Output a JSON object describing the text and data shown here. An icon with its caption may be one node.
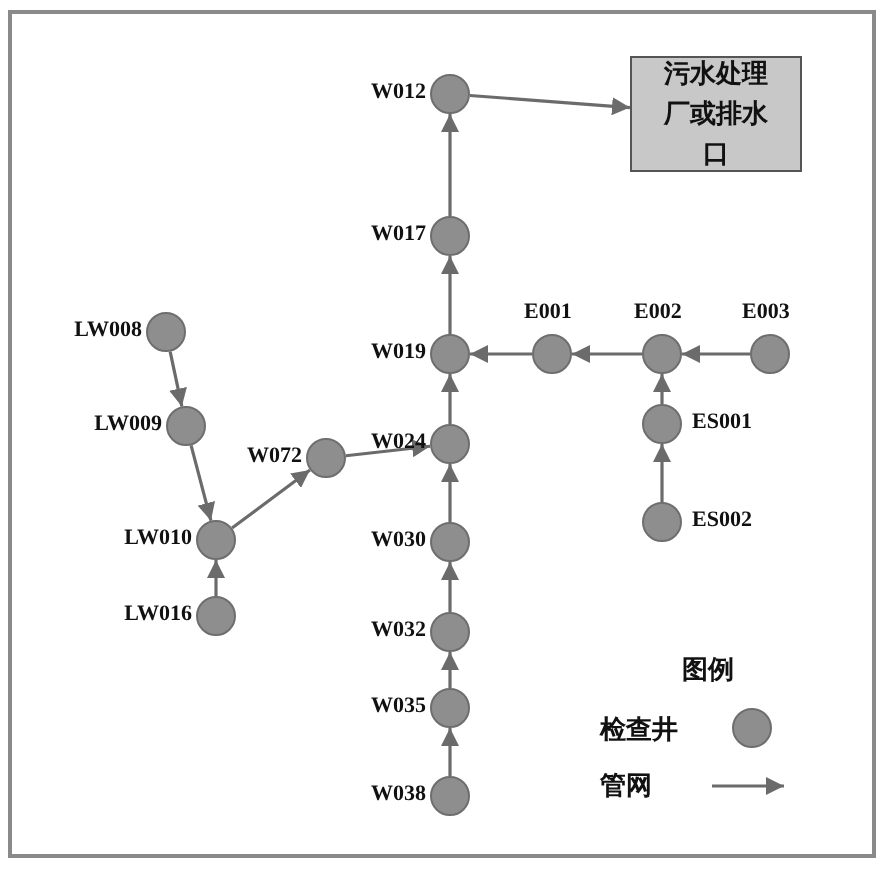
{
  "diagram": {
    "nodes": [
      {
        "text": [],
        "shape": "circle",
        "beside": [
          "W012"
        ]
      },
      {
        "text": [
          "污水处理厂或排水口"
        ]
      },
      {
        "text": [],
        "shape": "circle",
        "beside": [
          "W017"
        ]
      },
      {
        "text": [],
        "shape": "circle",
        "beside": [
          "LW008"
        ]
      },
      {
        "text": [],
        "shape": "circle",
        "beside": [
          "E001"
        ]
      },
      {
        "text": [],
        "shape": "circle",
        "beside": [
          "E002"
        ]
      },
      {
        "text": [],
        "shape": "circle",
        "beside": [
          "E003"
        ]
      },
      {
        "text": [],
        "shape": "circle",
        "beside": [
          "W019"
        ]
      },
      {
        "text": [],
        "shape": "circle",
        "beside": [
          "LW009"
        ]
      },
      {
        "text": [],
        "shape": "circle",
        "beside": [
          "W072"
        ]
      },
      {
        "text": [],
        "shape": "circle",
        "beside": [
          "W024"
        ]
      },
      {
        "text": [],
        "shape": "circle",
        "beside": [
          "ES001"
        ]
      },
      {
        "text": [],
        "shape": "circle",
        "beside": [
          "LW010"
        ]
      },
      {
        "text": [],
        "shape": "circle",
        "beside": [
          "ES002"
        ]
      },
      {
        "text": [],
        "shape": "circle",
        "beside": [
          "W030"
        ]
      },
      {
        "text": [],
        "shape": "circle",
        "beside": [
          "LW016"
        ]
      },
      {
        "text": [],
        "shape": "circle",
        "beside": [
          "W032"
        ]
      },
      {
        "text": [],
        "shape": "circle",
        "beside": [
          "W035"
        ]
      },
      {
        "text": [],
        "shape": "circle",
        "beside": [
          "W038"
        ]
      }
    ],
    "edges": [
      {
        "from": 0,
        "to": 1,
        "arrow": "to"
      },
      {
        "from": 2,
        "to": 0,
        "arrow": "to"
      },
      {
        "from": 7,
        "to": 2,
        "arrow": "to"
      },
      {
        "from": 10,
        "to": 7,
        "arrow": "to"
      },
      {
        "from": 14,
        "to": 10,
        "arrow": "to"
      },
      {
        "from": 16,
        "to": 14,
        "arrow": "to"
      },
      {
        "from": 17,
        "to": 16,
        "arrow": "to"
      },
      {
        "from": 18,
        "to": 17,
        "arrow": "to"
      },
      {
        "from": 4,
        "to": 7,
        "arrow": "to"
      },
      {
        "from": 5,
        "to": 4,
        "arrow": "to"
      },
      {
        "from": 6,
        "to": 5,
        "arrow": "to"
      },
      {
        "from": 11,
        "to": 5,
        "arrow": "to"
      },
      {
        "from": 13,
        "to": 11,
        "arrow": "to"
      },
      {
        "from": 3,
        "to": 8,
        "arrow": "to"
      },
      {
        "from": 8,
        "to": 12,
        "arrow": "to"
      },
      {
        "from": 15,
        "to": 12,
        "arrow": "to"
      },
      {
        "from": 12,
        "to": 9,
        "arrow": "to"
      },
      {
        "from": 9,
        "to": 10,
        "arrow": "to"
      }
    ],
    "labels": [
      "图例"
    ],
    "legend": [
      {
        "text": "检查井"
      },
      {
        "text": "管网"
      }
    ]
  }
}
